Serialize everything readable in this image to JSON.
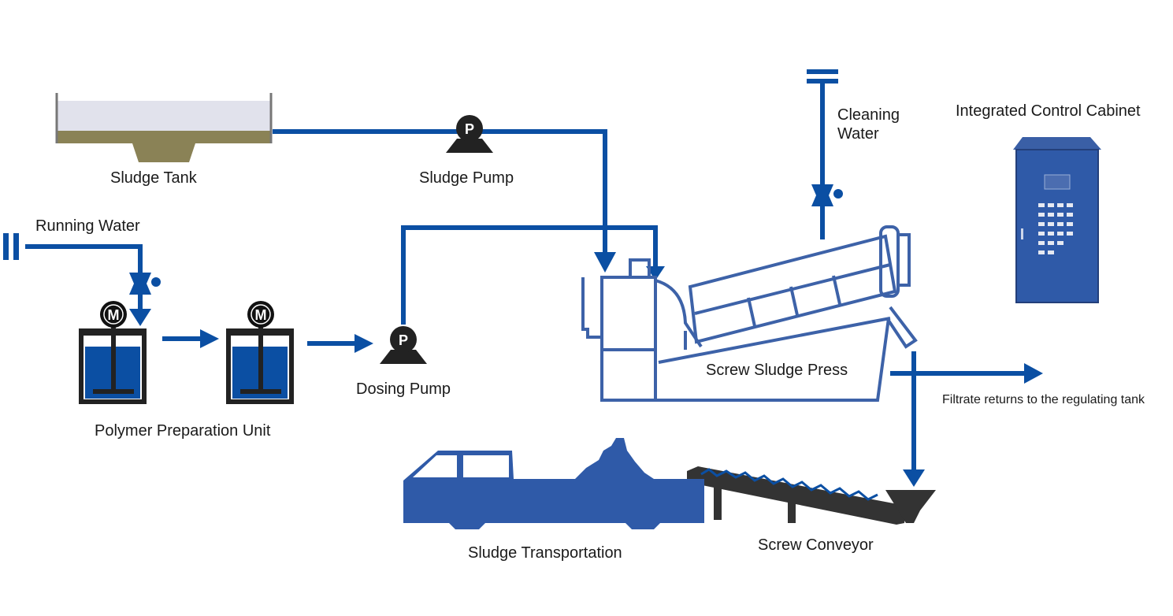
{
  "labels": {
    "sludge_tank": "Sludge Tank",
    "sludge_pump": "Sludge Pump",
    "running_water": "Running Water",
    "polymer_unit": "Polymer Preparation Unit",
    "dosing_pump": "Dosing Pump",
    "cleaning_water_line1": "Cleaning",
    "cleaning_water_line2": "Water",
    "control_cabinet": "Integrated Control Cabinet",
    "screw_press": "Screw Sludge Press",
    "filtrate": "Filtrate returns to the regulating tank",
    "sludge_transport": "Sludge Transportation",
    "screw_conveyor": "Screw Conveyor"
  },
  "symbols": {
    "pump_letter": "P",
    "motor_letter": "M"
  },
  "colors": {
    "pipe": "#0b4fa3",
    "outline": "#3d62a8",
    "fill_blue": "#2f5aa8",
    "sludge": "#8a8256",
    "dark": "#222222"
  }
}
